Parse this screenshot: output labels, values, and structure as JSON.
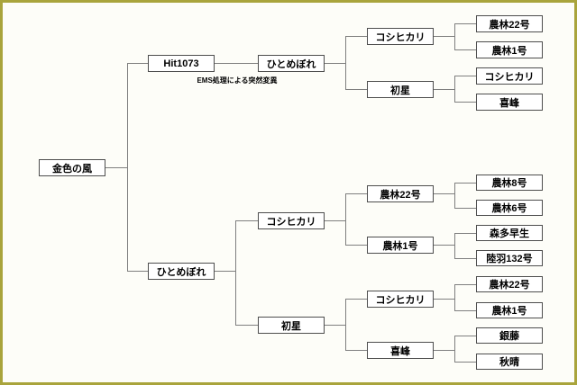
{
  "diagram": {
    "type": "pedigree-tree",
    "description_visible_text_only": true,
    "tree": {
      "label": "金色の風",
      "parents": [
        {
          "label": "Hit1073",
          "note": "EMS処理による突然変異",
          "parents": [
            {
              "label": "ひとめぼれ",
              "parents": [
                {
                  "label": "コシヒカリ",
                  "parents": [
                    {
                      "label": "農林22号"
                    },
                    {
                      "label": "農林1号"
                    }
                  ]
                },
                {
                  "label": "初星",
                  "parents": [
                    {
                      "label": "コシヒカリ"
                    },
                    {
                      "label": "喜峰"
                    }
                  ]
                }
              ]
            }
          ]
        },
        {
          "label": "ひとめぼれ",
          "parents": [
            {
              "label": "コシヒカリ",
              "parents": [
                {
                  "label": "農林22号",
                  "parents": [
                    {
                      "label": "農林8号"
                    },
                    {
                      "label": "農林6号"
                    }
                  ]
                },
                {
                  "label": "農林1号",
                  "parents": [
                    {
                      "label": "森多早生"
                    },
                    {
                      "label": "陸羽132号"
                    }
                  ]
                }
              ]
            },
            {
              "label": "初星",
              "parents": [
                {
                  "label": "コシヒカリ",
                  "parents": [
                    {
                      "label": "農林22号"
                    },
                    {
                      "label": "農林1号"
                    }
                  ]
                },
                {
                  "label": "喜峰",
                  "parents": [
                    {
                      "label": "銀藤"
                    },
                    {
                      "label": "秋晴"
                    }
                  ]
                }
              ]
            }
          ]
        }
      ]
    },
    "colors": {
      "frame_border": "#a9a43c",
      "background": "#fdfdf8",
      "box_border": "#4d4d4d",
      "connector_line": "#7f7f7f",
      "text": "#000000"
    }
  }
}
